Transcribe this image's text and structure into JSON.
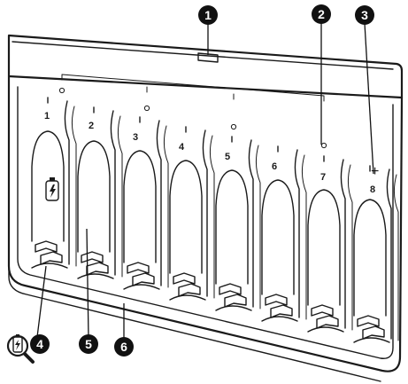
{
  "slot_numbers": [
    "1",
    "2",
    "3",
    "4",
    "5",
    "6",
    "7",
    "8"
  ],
  "callouts": [
    "1",
    "2",
    "3",
    "4",
    "5",
    "6"
  ],
  "polarity_mark": "+",
  "icons": {
    "slot_indicator": "battery-bolt-icon",
    "inspect": "battery-magnifier-icon"
  }
}
